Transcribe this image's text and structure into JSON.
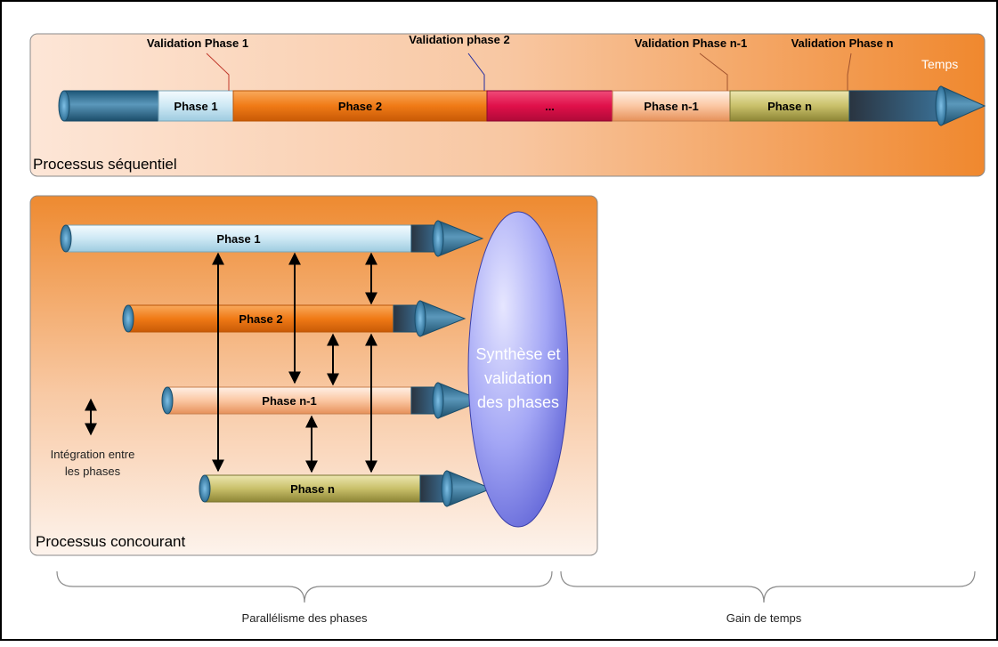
{
  "sequential": {
    "title": "Processus séquentiel",
    "time_label": "Temps",
    "phases": [
      "Phase 1",
      "Phase 2",
      "...",
      "Phase n-1",
      "Phase n"
    ],
    "validations": [
      "Validation Phase 1",
      "Validation phase 2",
      "Validation Phase n-1",
      "Validation Phase n"
    ]
  },
  "concurrent": {
    "title": "Processus concourant",
    "phases": [
      "Phase 1",
      "Phase 2",
      "Phase n-1",
      "Phase n"
    ],
    "synthesis_lines": [
      "Synthèse et",
      "validation",
      "des phases"
    ],
    "legend_lines": [
      "Intégration entre",
      "les phases"
    ]
  },
  "braces": {
    "left_label": "Parallélisme des phases",
    "right_label": "Gain de temps"
  },
  "colors": {
    "panel_orange": "#f08a2e",
    "phase1": "#d8eef7",
    "phase2": "#f07a16",
    "phase_dots": "#e0104a",
    "phase_n1": "#fbd0b0",
    "phase_n": "#c9c06a",
    "steel": "#2f6f95",
    "ellipse": "#8c8ff0"
  }
}
